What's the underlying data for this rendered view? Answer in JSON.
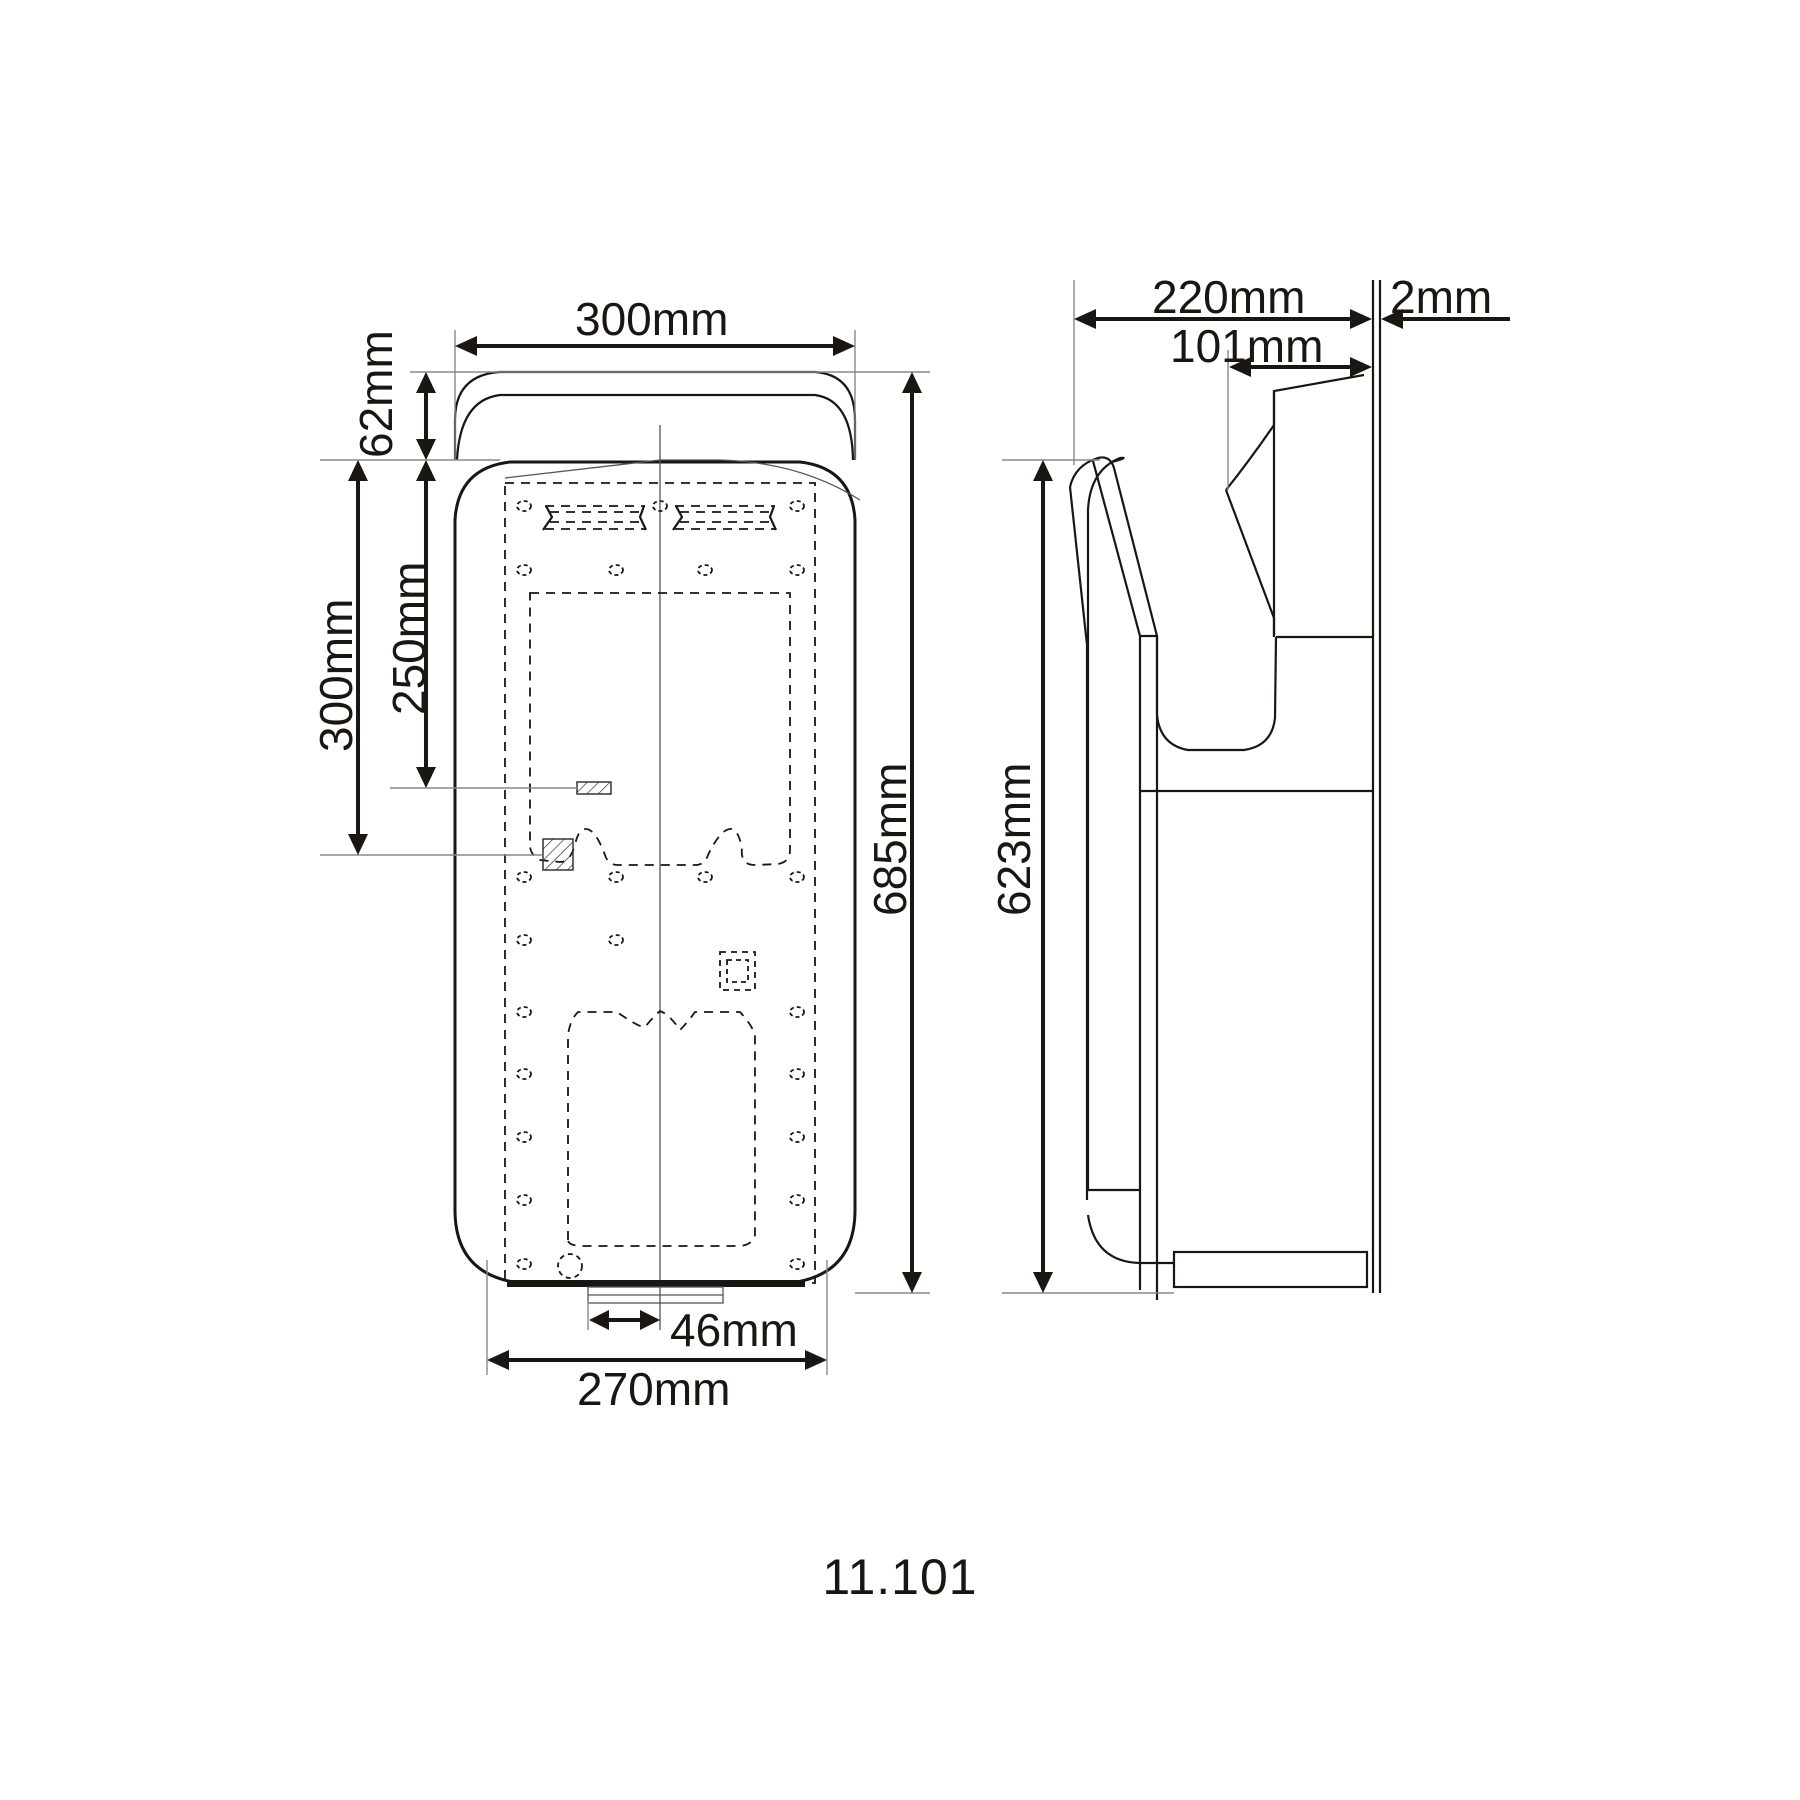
{
  "drawing": {
    "model_number": "11.101",
    "front_view": {
      "dimensions": {
        "overall_width": "300mm",
        "top_height": "62mm",
        "mount_to_sensor": "250mm",
        "mount_to_bracket": "300mm",
        "overall_height": "685mm",
        "drain_offset": "46mm",
        "base_width": "270mm"
      }
    },
    "side_view": {
      "dimensions": {
        "overall_depth": "220mm",
        "wall_gap": "2mm",
        "upper_depth": "101mm",
        "body_height": "623mm"
      }
    }
  },
  "colors": {
    "line": "#1a1612",
    "extension_line": "#888888",
    "background": "#ffffff"
  }
}
